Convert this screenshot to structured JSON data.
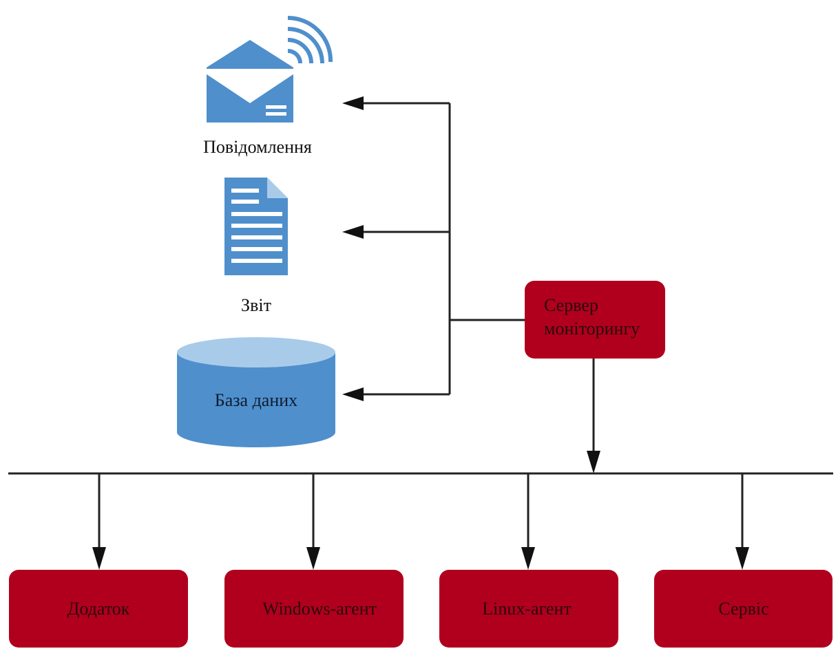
{
  "colors": {
    "box_fill": "#b0001e",
    "box_stroke": "#8a0016",
    "icon_blue": "#4f8fcc",
    "icon_blue_light": "#a9cbea",
    "line": "#222222"
  },
  "outputs": {
    "message": {
      "label": "Повідомлення",
      "icon": "envelope-wireless-icon"
    },
    "report": {
      "label": "Звіт",
      "icon": "document-icon"
    },
    "database": {
      "label": "База даних",
      "icon": "database-cylinder-icon"
    }
  },
  "server": {
    "line1": "Сервер",
    "line2": "моніторингу"
  },
  "endpoints": [
    {
      "label": "Додаток"
    },
    {
      "label": "Windows-агент"
    },
    {
      "label": "Linux-агент"
    },
    {
      "label": "Сервіс"
    }
  ]
}
